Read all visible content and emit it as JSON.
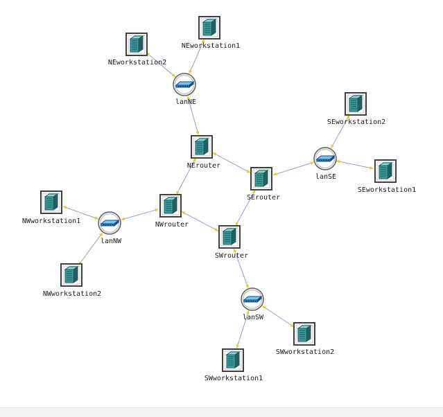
{
  "diagram": {
    "nodes": [
      {
        "id": "NEworkstation1",
        "label": "NEworkstation1",
        "kind": "workstation"
      },
      {
        "id": "NEworkstation2",
        "label": "NEworkstation2",
        "kind": "workstation"
      },
      {
        "id": "lanNE",
        "label": "lanNE",
        "kind": "lan"
      },
      {
        "id": "NErouter",
        "label": "NErouter",
        "kind": "router"
      },
      {
        "id": "SEworkstation2",
        "label": "SEworkstation2",
        "kind": "workstation"
      },
      {
        "id": "lanSE",
        "label": "lanSE",
        "kind": "lan"
      },
      {
        "id": "SEworkstation1",
        "label": "SEworkstation1",
        "kind": "workstation"
      },
      {
        "id": "SErouter",
        "label": "SErouter",
        "kind": "router"
      },
      {
        "id": "NWworkstation1",
        "label": "NWworkstation1",
        "kind": "workstation"
      },
      {
        "id": "lanNW",
        "label": "lanNW",
        "kind": "lan"
      },
      {
        "id": "NWrouter",
        "label": "NWrouter",
        "kind": "router"
      },
      {
        "id": "SWrouter",
        "label": "SWrouter",
        "kind": "router"
      },
      {
        "id": "NWworkstation2",
        "label": "NWworkstation2",
        "kind": "workstation"
      },
      {
        "id": "lanSW",
        "label": "lanSW",
        "kind": "lan"
      },
      {
        "id": "SWworkstation2",
        "label": "SWworkstation2",
        "kind": "workstation"
      },
      {
        "id": "SWworkstation1",
        "label": "SWworkstation1",
        "kind": "workstation"
      }
    ],
    "edges": [
      [
        "NEworkstation1",
        "lanNE"
      ],
      [
        "NEworkstation2",
        "lanNE"
      ],
      [
        "lanNE",
        "NErouter"
      ],
      [
        "NErouter",
        "SErouter"
      ],
      [
        "NErouter",
        "NWrouter"
      ],
      [
        "SEworkstation2",
        "lanSE"
      ],
      [
        "lanSE",
        "SEworkstation1"
      ],
      [
        "lanSE",
        "SErouter"
      ],
      [
        "SErouter",
        "SWrouter"
      ],
      [
        "NWrouter",
        "lanNW"
      ],
      [
        "NWrouter",
        "SWrouter"
      ],
      [
        "lanNW",
        "NWworkstation1"
      ],
      [
        "lanNW",
        "NWworkstation2"
      ],
      [
        "SWrouter",
        "lanSW"
      ],
      [
        "lanSW",
        "SWworkstation2"
      ],
      [
        "lanSW",
        "SWworkstation1"
      ]
    ],
    "colors": {
      "edge": "#9a9ad0",
      "arrow": "#e6d200",
      "computer_body": "#3a9a9a",
      "computer_dark": "#1f5f62",
      "computer_light": "#8fd6d2",
      "frame": "#404040",
      "lan_fill": "#2a88cc",
      "lan_ring": "#8a8a8a"
    }
  }
}
